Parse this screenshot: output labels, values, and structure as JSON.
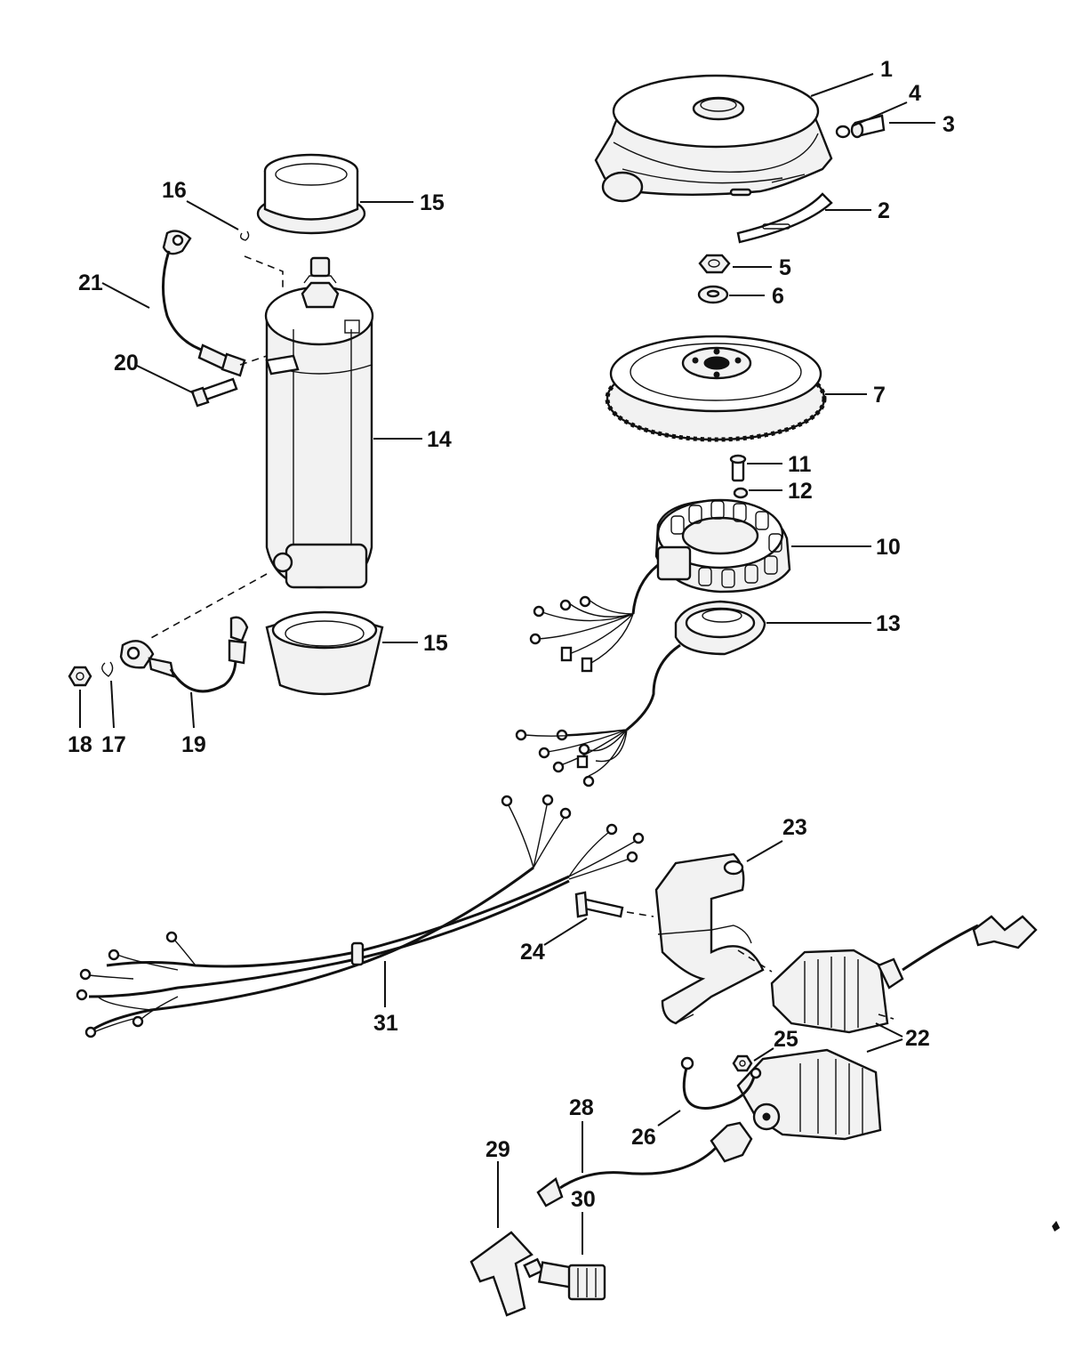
{
  "callouts": [
    {
      "id": "c1",
      "text": "1"
    },
    {
      "id": "c2",
      "text": "2"
    },
    {
      "id": "c3",
      "text": "3"
    },
    {
      "id": "c4",
      "text": "4"
    },
    {
      "id": "c5",
      "text": "5"
    },
    {
      "id": "c6",
      "text": "6"
    },
    {
      "id": "c7",
      "text": "7"
    },
    {
      "id": "c10",
      "text": "10"
    },
    {
      "id": "c11",
      "text": "11"
    },
    {
      "id": "c12",
      "text": "12"
    },
    {
      "id": "c13",
      "text": "13"
    },
    {
      "id": "c14",
      "text": "14"
    },
    {
      "id": "c15a",
      "text": "15"
    },
    {
      "id": "c15b",
      "text": "15"
    },
    {
      "id": "c16",
      "text": "16"
    },
    {
      "id": "c17",
      "text": "17"
    },
    {
      "id": "c18",
      "text": "18"
    },
    {
      "id": "c19",
      "text": "19"
    },
    {
      "id": "c20",
      "text": "20"
    },
    {
      "id": "c21",
      "text": "21"
    },
    {
      "id": "c22",
      "text": "22"
    },
    {
      "id": "c23",
      "text": "23"
    },
    {
      "id": "c24",
      "text": "24"
    },
    {
      "id": "c25",
      "text": "25"
    },
    {
      "id": "c26",
      "text": "26"
    },
    {
      "id": "c28",
      "text": "28"
    },
    {
      "id": "c29",
      "text": "29"
    },
    {
      "id": "c30",
      "text": "30"
    },
    {
      "id": "c31",
      "text": "31"
    }
  ]
}
